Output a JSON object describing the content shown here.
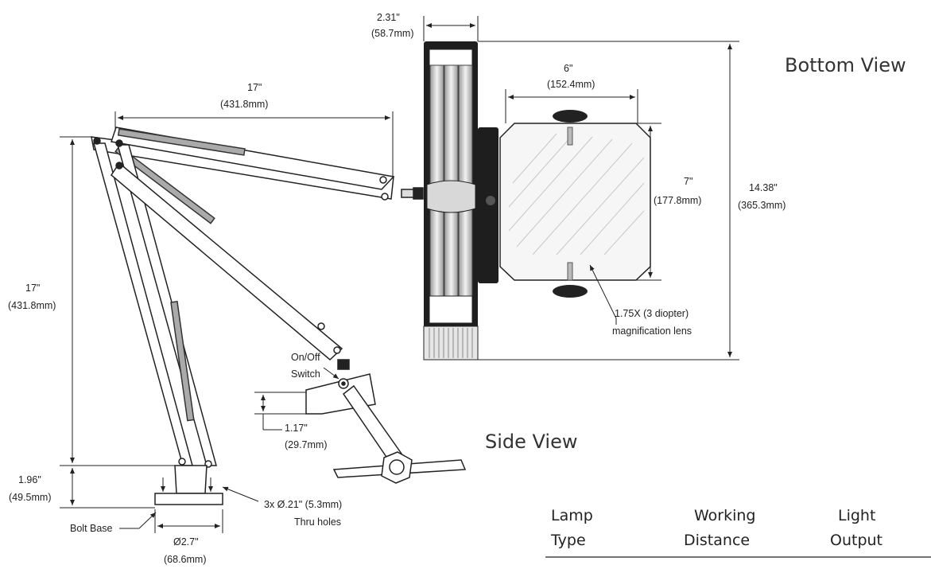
{
  "views": {
    "bottom": "Bottom View",
    "side": "Side View"
  },
  "dimensions": {
    "head_width": {
      "in": "2.31\"",
      "mm": "(58.7mm)"
    },
    "arm_reach": {
      "in": "17\"",
      "mm": "(431.8mm)"
    },
    "arm_height": {
      "in": "17\"",
      "mm": "(431.8mm)"
    },
    "lens_width": {
      "in": "6\"",
      "mm": "(152.4mm)"
    },
    "lens_height": {
      "in": "7\"",
      "mm": "(177.8mm)"
    },
    "head_length": {
      "in": "14.38\"",
      "mm": "(365.3mm)"
    },
    "switch_offset": {
      "in": "1.17\"",
      "mm": "(29.7mm)"
    },
    "base_height": {
      "in": "1.96\"",
      "mm": "(49.5mm)"
    },
    "base_diameter": {
      "in": "Ø2.7\"",
      "mm": "(68.6mm)"
    }
  },
  "callouts": {
    "lens_line1": "1.75X (3 diopter)",
    "lens_line2": "magnification lens",
    "switch_line1": "On/Off",
    "switch_line2": "Switch",
    "holes_line1": "3x Ø.21\" (5.3mm)",
    "holes_line2": "Thru holes",
    "bolt_base": "Bolt Base"
  },
  "table": {
    "headers": [
      [
        "Lamp",
        "Type"
      ],
      [
        "Working",
        "Distance"
      ],
      [
        "Light",
        "Output"
      ]
    ]
  },
  "colors": {
    "line": "#222222",
    "lens_fill": "#f6f6f6",
    "tube": "#cfcfcf"
  }
}
